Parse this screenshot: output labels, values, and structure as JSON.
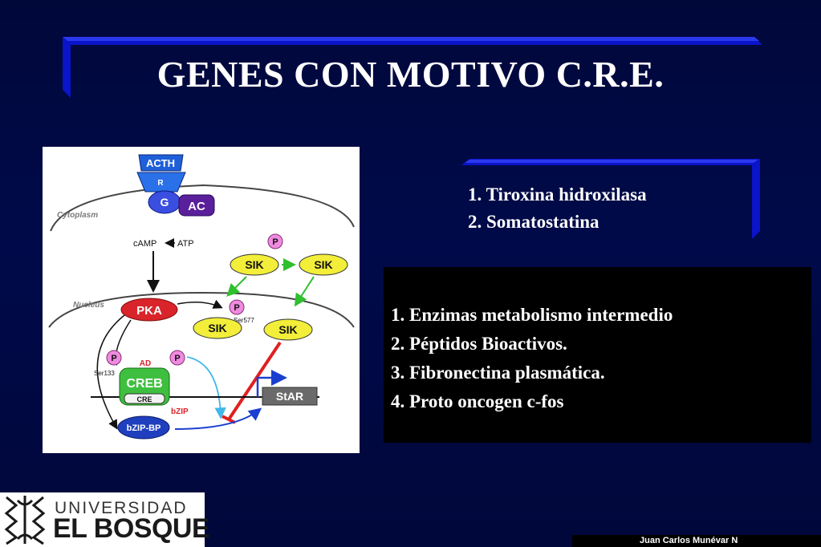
{
  "slide": {
    "title": "GENES CON MOTIVO C.R.E.",
    "background_color": "#000a4a",
    "frame_color": "#0a14c8"
  },
  "diagram": {
    "labels": {
      "acth": "ACTH",
      "r": "R",
      "g": "G",
      "ac": "AC",
      "cytoplasm": "Cytoplasm",
      "camp": "cAMP",
      "atp": "ATP",
      "nucleus": "Nucleus",
      "pka": "PKA",
      "sik": "SIK",
      "p": "P",
      "ser577": "Ser577",
      "ser133": "Ser133",
      "ad": "AD",
      "creb": "CREB",
      "cre": "CRE",
      "bzip": "bZIP",
      "bzip_bp": "bZIP-BP",
      "star": "StAR"
    },
    "colors": {
      "receptor_blue": "#1f5fd8",
      "pka_red": "#d8242a",
      "sik_yellow": "#f2ee3a",
      "phospho_pink": "#f08ae0",
      "creb_green": "#3fbf3f",
      "bzip_bp_blue": "#1f3fbf",
      "arrow_green": "#2fbf2f",
      "arrow_red": "#e02020",
      "arrow_cyan": "#40b8e8",
      "arrow_blue": "#1a3fd0",
      "star_box": "#6a6a6a"
    }
  },
  "list_top": {
    "items": [
      "1. Tiroxina hidroxilasa",
      "2. Somatostatina"
    ]
  },
  "list_bottom": {
    "items": [
      "1. Enzimas metabolismo intermedio",
      "2. Péptidos Bioactivos.",
      "3. Fibronectina plasmática.",
      "4. Proto oncogen c-fos"
    ]
  },
  "logo": {
    "line1": "UNIVERSIDAD",
    "line2": "EL BOSQUE"
  },
  "footer": {
    "credit": "Juan Carlos Munévar N"
  }
}
